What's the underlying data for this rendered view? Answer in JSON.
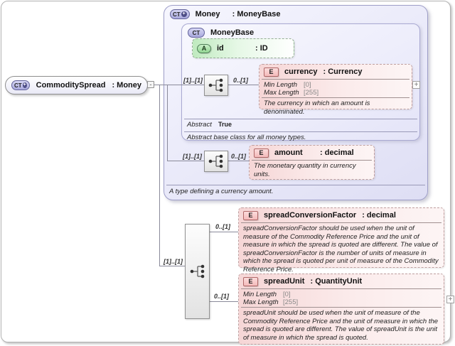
{
  "nodes": {
    "root": {
      "badge": "CT",
      "badge_plus": "+",
      "name": "CommoditySpread",
      "type": ": Money",
      "collapse": "-"
    },
    "money": {
      "badge": "CT",
      "badge_plus": "+",
      "name": "Money",
      "type": ": MoneyBase",
      "doc": "A type defining a currency amount."
    },
    "moneyBase": {
      "badge": "CT",
      "name": "MoneyBase",
      "facet_label": "Abstract",
      "facet_value": "True",
      "doc": "Abstract base class for all money types."
    },
    "id": {
      "badge": "A",
      "name": "id",
      "type": ": ID"
    },
    "currency": {
      "badge": "E",
      "name": "currency",
      "type": ": Currency",
      "min_label": "Min Length",
      "min_value": "[0]",
      "max_label": "Max Length",
      "max_value": "[255]",
      "doc": "The currency in which an amount is denominated.",
      "expand": "+"
    },
    "amount": {
      "badge": "E",
      "name": "amount",
      "type": ": decimal",
      "doc": "The monetary quantity in currency units."
    },
    "spreadConversionFactor": {
      "badge": "E",
      "name": "spreadConversionFactor",
      "type": ": decimal",
      "doc": "spreadConversionFactor should be used when the unit of measure of the Commodity Reference Price and the unit of measure in which the spread is quoted are different. The value of spreadConversionFactor is the number of units of measure in which the spread is quoted per unit of measure of the Commodity Reference Price."
    },
    "spreadUnit": {
      "badge": "E",
      "name": "spreadUnit",
      "type": ": QuantityUnit",
      "min_label": "Min Length",
      "min_value": "[0]",
      "max_label": "Max Length",
      "max_value": "[255]",
      "doc": "spreadUnit should be used when the unit of measure of the Commodity Reference Price and the unit of measure in which the spread is quoted are different. The value of spreadUnit is the unit of measure in which the spread is quoted.",
      "expand": "+"
    }
  },
  "cardinalities": {
    "seq1_left": "[1]..[1]",
    "seq1_right": "0..[1]",
    "seq2_left": "[1]..[1]",
    "seq2_right": "0..[1]",
    "seq3_left": "[1]..[1]",
    "seq3_top": "0..[1]",
    "seq3_bottom": "0..[1]"
  },
  "colors": {
    "lavender_fill": "#e9e9f9",
    "pink_fill": "#f6d6d6",
    "green_fill": "#bfeabf",
    "line": "#8a8a9a"
  }
}
